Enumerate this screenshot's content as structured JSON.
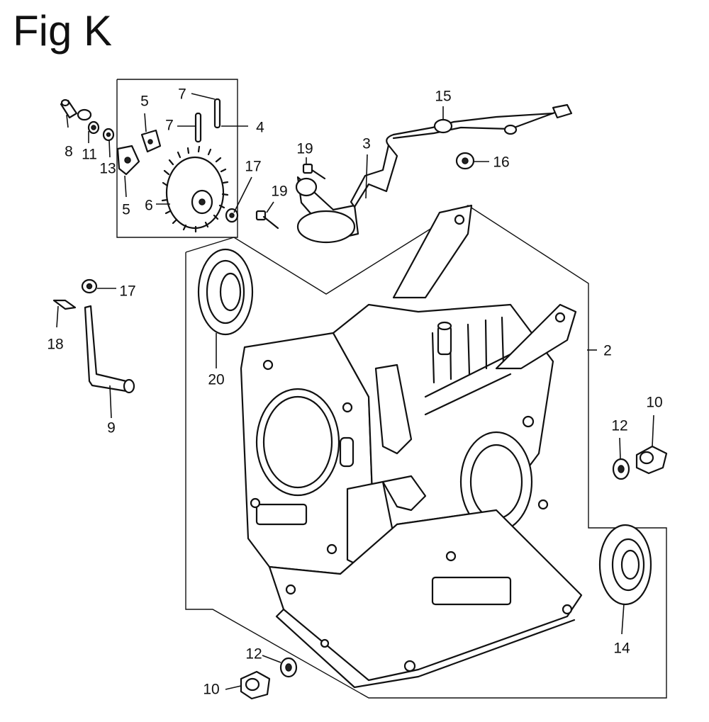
{
  "figure": {
    "title": "Fig K"
  },
  "callouts": [
    {
      "id": "c8",
      "label": "8"
    },
    {
      "id": "c11",
      "label": "11"
    },
    {
      "id": "c13",
      "label": "13"
    },
    {
      "id": "c5a",
      "label": "5"
    },
    {
      "id": "c5b",
      "label": "5"
    },
    {
      "id": "c7a",
      "label": "7"
    },
    {
      "id": "c7b",
      "label": "7"
    },
    {
      "id": "c4",
      "label": "4"
    },
    {
      "id": "c6",
      "label": "6"
    },
    {
      "id": "c17a",
      "label": "17"
    },
    {
      "id": "c19a",
      "label": "19"
    },
    {
      "id": "c19b",
      "label": "19"
    },
    {
      "id": "c3",
      "label": "3"
    },
    {
      "id": "c15",
      "label": "15"
    },
    {
      "id": "c16",
      "label": "16"
    },
    {
      "id": "c17b",
      "label": "17"
    },
    {
      "id": "c18",
      "label": "18"
    },
    {
      "id": "c9",
      "label": "9"
    },
    {
      "id": "c20",
      "label": "20"
    },
    {
      "id": "c2",
      "label": "2"
    },
    {
      "id": "c12a",
      "label": "12"
    },
    {
      "id": "c10a",
      "label": "10"
    },
    {
      "id": "c14",
      "label": "14"
    },
    {
      "id": "c12b",
      "label": "12"
    },
    {
      "id": "c10b",
      "label": "10"
    }
  ]
}
